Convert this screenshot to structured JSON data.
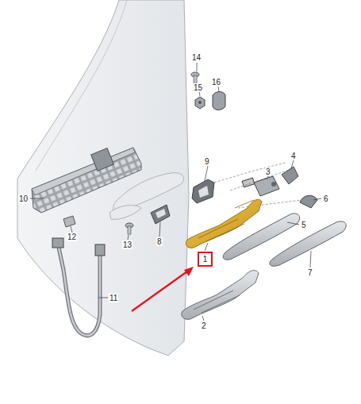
{
  "diagram": {
    "nodes": [
      {
        "text": [
          "1"
        ]
      }
    ],
    "labels": [
      "14",
      "15",
      "16",
      "9",
      "4",
      "3",
      "10",
      "6",
      "12",
      "8",
      "5",
      "13",
      "7",
      "11",
      "2"
    ]
  }
}
